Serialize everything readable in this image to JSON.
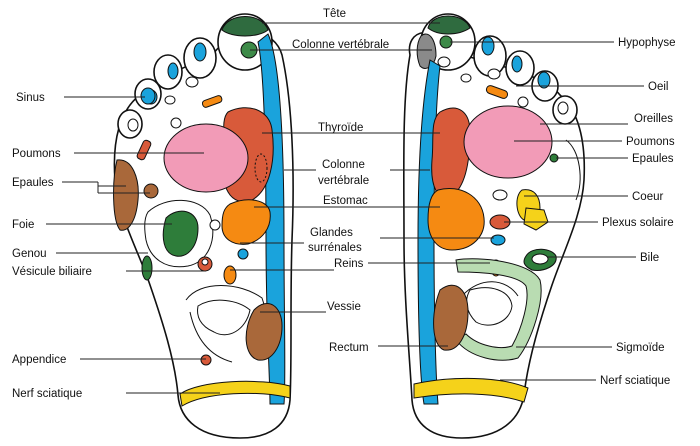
{
  "diagram": {
    "labels_left": {
      "sinus": "Sinus",
      "poumons": "Poumons",
      "epaules": "Epaules",
      "foie": "Foie",
      "genou": "Genou",
      "vesicule": "Vésicule biliaire",
      "appendice": "Appendice",
      "nerf": "Nerf sciatique"
    },
    "labels_center": {
      "tete": "Tête",
      "colonne1": "Colonne vertébrale",
      "thyroide": "Thyroïde",
      "colonne2_a": "Colonne",
      "colonne2_b": "vertébrale",
      "estomac": "Estomac",
      "glandes_a": "Glandes",
      "glandes_b": "surrénales",
      "reins": "Reins",
      "vessie": "Vessie",
      "rectum": "Rectum"
    },
    "labels_right": {
      "hypophyse": "Hypophyse",
      "oeil": "Oeil",
      "oreilles": "Oreilles",
      "poumons": "Poumons",
      "epaules": "Epaules",
      "coeur": "Coeur",
      "plexus": "Plexus solaire",
      "bile": "Bile",
      "sigmoide": "Sigmoïde",
      "nerf": "Nerf sciatique"
    },
    "colors": {
      "spine": "#1aa3dc",
      "head": "#2f6b3f",
      "thyroid": "#d85a3a",
      "lungs": "#f29bb7",
      "stomach": "#f58a12",
      "liver": "#2e7d3a",
      "bladder": "#a9683a",
      "sciatic": "#f5d21a",
      "sigmoid": "#b9dcb2",
      "sinus": "#1aa3dc",
      "heart": "#f5d21a",
      "gray": "#8a8a8a"
    }
  }
}
